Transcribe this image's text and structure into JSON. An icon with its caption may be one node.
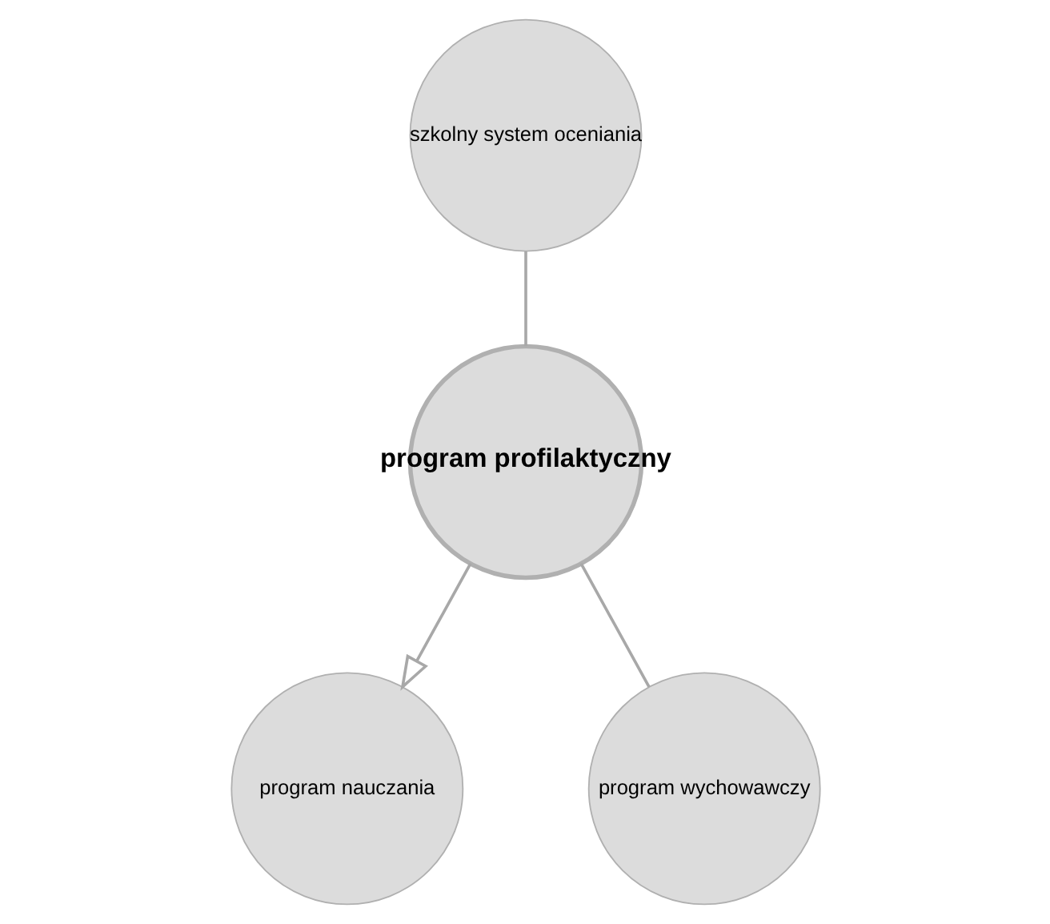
{
  "diagram": {
    "nodes": [
      {
        "text": [
          "szkolny system oceniania"
        ]
      },
      {
        "text": [
          "program profilaktyczny"
        ]
      },
      {
        "text": [
          "program nauczania"
        ]
      },
      {
        "text": [
          "program wychowawczy"
        ]
      }
    ],
    "edges": [
      {
        "from": 0,
        "to": 1,
        "arrow": "none"
      },
      {
        "from": 1,
        "to": 2,
        "arrow": "to"
      },
      {
        "from": 1,
        "to": 3,
        "arrow": "none"
      }
    ]
  }
}
